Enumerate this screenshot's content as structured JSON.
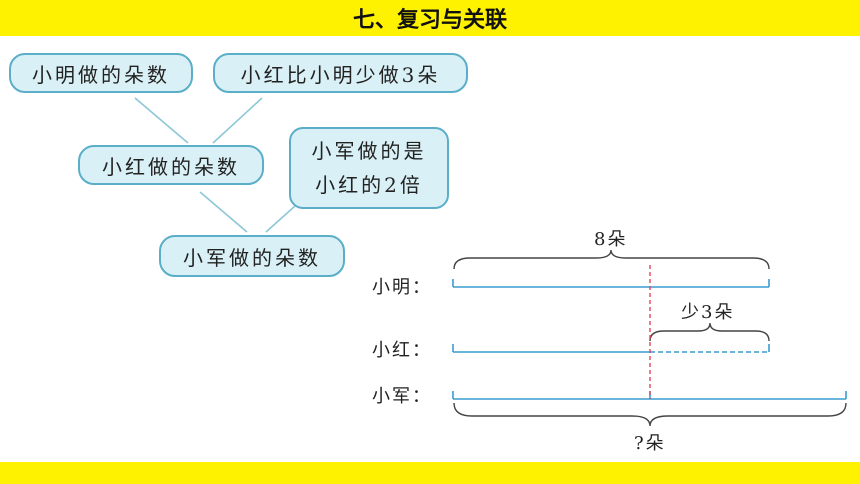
{
  "header": {
    "title": "七、复习与关联"
  },
  "tree": {
    "box_a": "小明做的朵数",
    "box_b": "小红比小明少做3朵",
    "box_c": "小红做的朵数",
    "box_d_line1": "小军做的是",
    "box_d_line2": "小红的2倍",
    "box_e": "小军做的朵数"
  },
  "segment_diagram": {
    "rows": [
      "小明：",
      "小红：",
      "小军："
    ],
    "top_brace_label": "8朵",
    "difference_label": "少3朵",
    "total_label": "?朵"
  },
  "colors": {
    "banner": "#fff200",
    "box_fill": "#d9f1f6",
    "box_border": "#5aaec7",
    "line": "#3a9bd0",
    "marker": "#e0465a"
  }
}
